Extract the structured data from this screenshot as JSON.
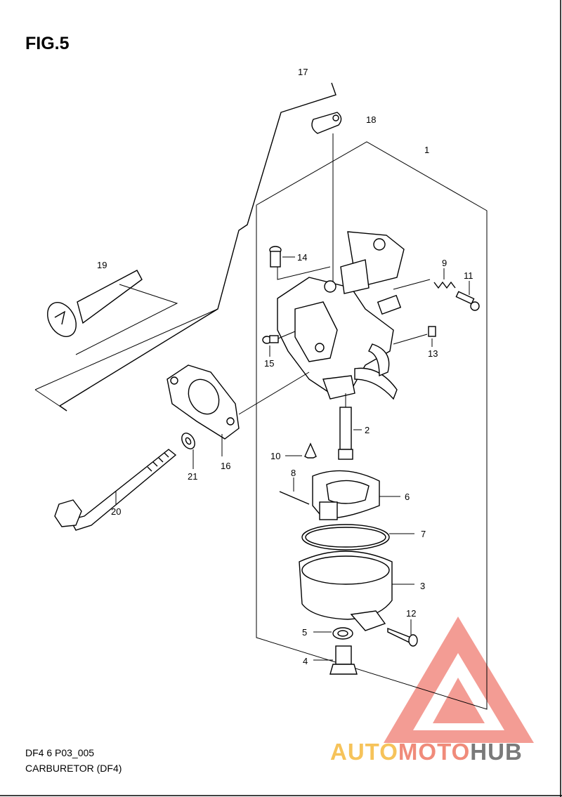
{
  "figure": {
    "title": "FIG.5",
    "code": "DF4 6 P03_005",
    "name": "CARBURETOR (DF4)"
  },
  "callouts": [
    "1",
    "2",
    "3",
    "4",
    "5",
    "6",
    "7",
    "8",
    "9",
    "10",
    "11",
    "12",
    "13",
    "14",
    "15",
    "16",
    "17",
    "18",
    "19",
    "20",
    "21"
  ],
  "watermark": {
    "part1": "AUTO",
    "part2": "MOTO",
    "part3": "HUB",
    "colors": {
      "auto": "#f6c35a",
      "moto": "#f08b7a",
      "hub": "#7a7a7a",
      "triangle": "#f28b82"
    }
  }
}
